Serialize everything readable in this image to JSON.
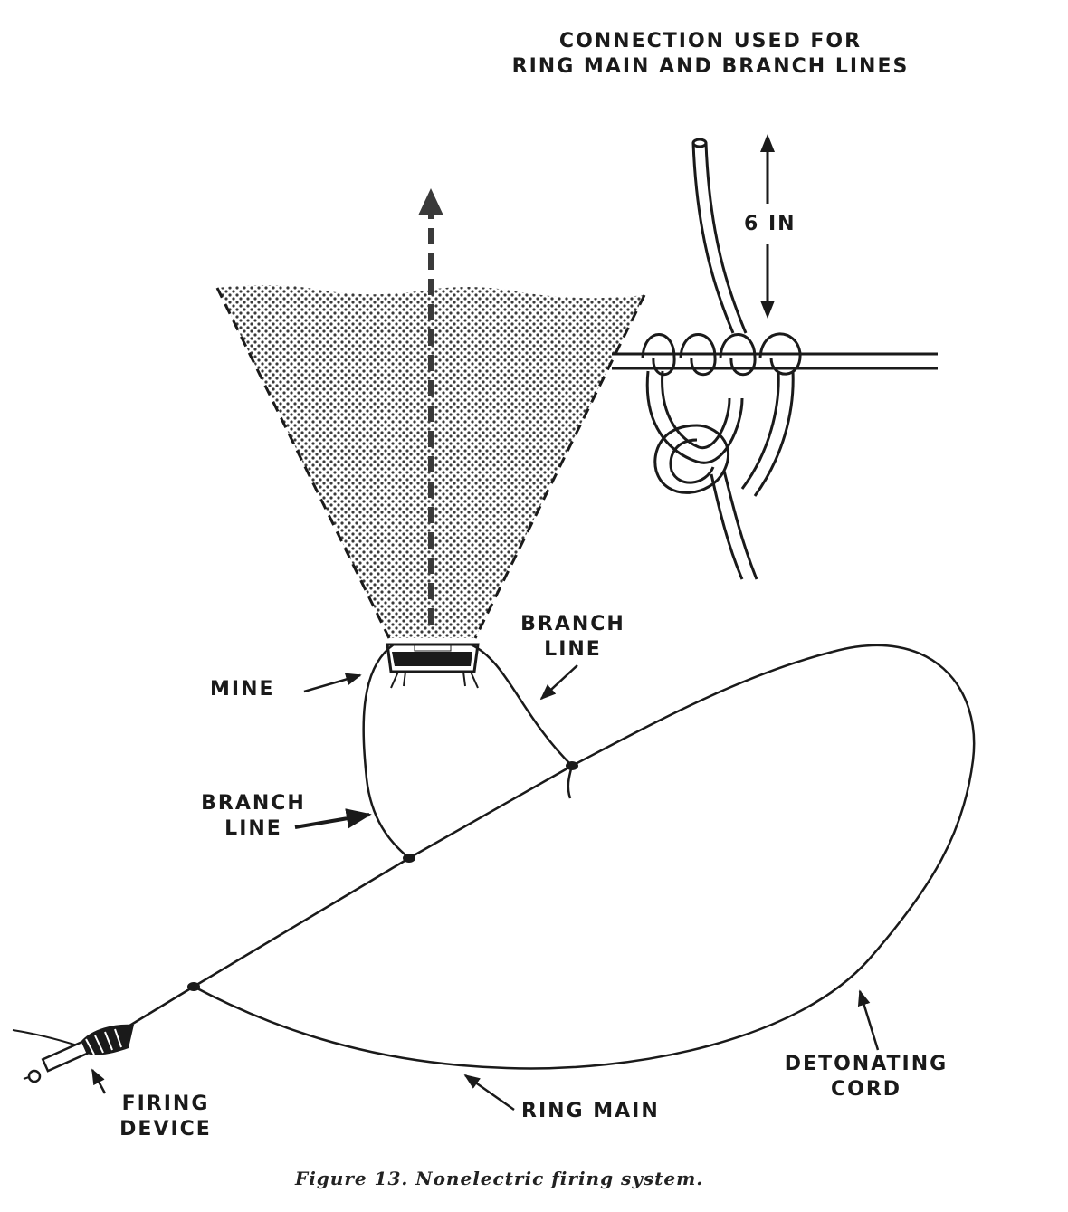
{
  "diagram": {
    "connection_title": {
      "line1": "CONNECTION USED FOR",
      "line2": "RING MAIN AND BRANCH LINES"
    },
    "dimension_label": "6 IN",
    "labels": {
      "mine": "MINE",
      "branch_line_upper_1": "BRANCH",
      "branch_line_upper_2": "LINE",
      "branch_line_lower_1": "BRANCH",
      "branch_line_lower_2": "LINE",
      "detonating_cord_1": "DETONATING",
      "detonating_cord_2": "CORD",
      "ring_main": "RING MAIN",
      "firing_device_1": "FIRING",
      "firing_device_2": "DEVICE"
    },
    "caption": "Figure 13. Nonelectric firing system."
  },
  "colors": {
    "ink": "#1a1a1a",
    "paper": "#ffffff",
    "stipple": "#3a3a3a"
  }
}
